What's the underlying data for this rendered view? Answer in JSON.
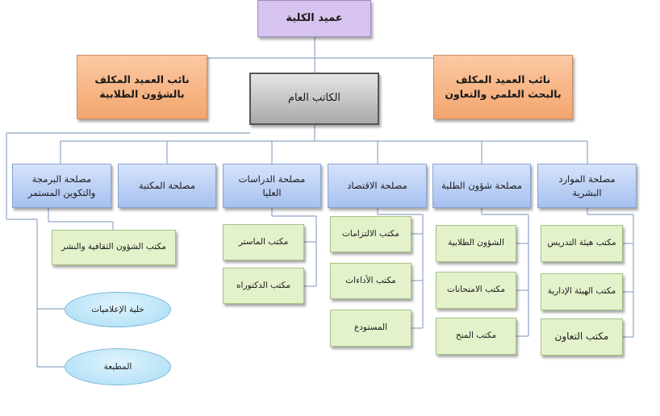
{
  "dean": "عميد الكلية",
  "deputy_student_affairs": "نائب العميد المكلف بالشؤون الطلابية",
  "deputy_research": "نائب العميد المكلف بالبحث العلمي والتعاون",
  "secretary_general": "الكاتب العام",
  "services": {
    "human_resources": "مصلحة الموارد البشرية",
    "student_affairs": "مصلحة شؤون الطلبة",
    "economy": "مصلحة الاقتصاد",
    "graduate_studies": "مصلحة الدراسات العليا",
    "library": "مصلحة المكتبة",
    "programming_training": "مصلحة البرمجة والتكوين المستمر"
  },
  "offices": {
    "teaching_staff": "مكتب هيئة التدريس",
    "admin_staff": "مكتب الهيئة الإدارية",
    "cooperation": "مكتب التعاون",
    "student_affairs_office": "الشؤون الطلابية",
    "exams": "مكتب الامتحانات",
    "grants": "مكتب المنح",
    "commitments": "مكتب الالتزامات",
    "payments": "مكتب الأداءات",
    "warehouse": "المستودع",
    "master": "مكتب الماستر",
    "doctorate": "مكتب الدكتوراه",
    "culture_publishing": "مكتب الشؤون الثقافية والنشر"
  },
  "cells": {
    "it_cell": "خلية الإعلاميات",
    "printing": "المطبعة"
  },
  "colors": {
    "line": "#8fa6c8",
    "dean_bg": "#d6c4ee",
    "deputy_bg": "#f4a56d",
    "secgen_bg": "#bdbdbd",
    "service_bg": "#a6c0f0",
    "office_bg": "#e3f2cb",
    "ellipse_bg": "#a9ddf5"
  }
}
